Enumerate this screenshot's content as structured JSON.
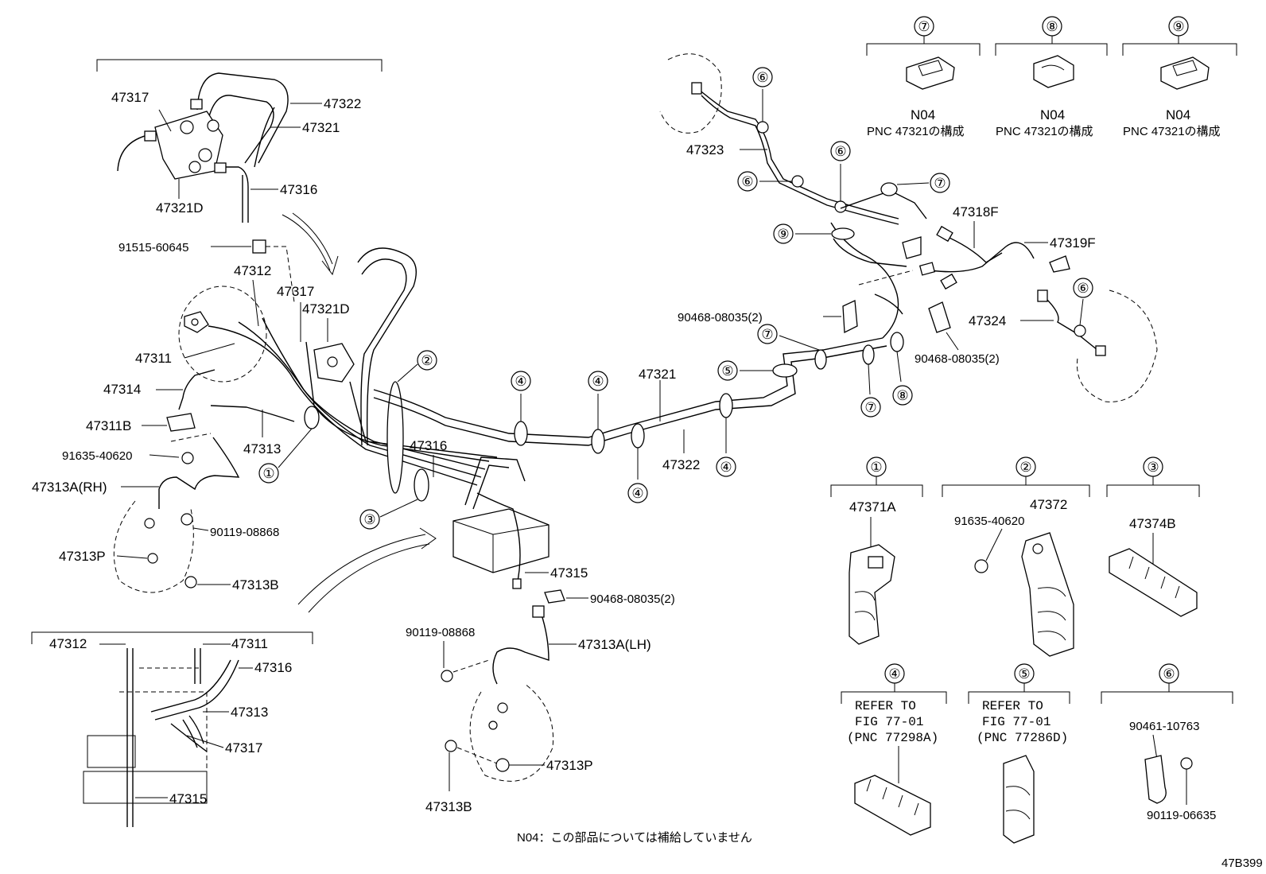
{
  "callouts": {
    "c1": "①",
    "c2": "②",
    "c3": "③",
    "c4": "④",
    "c5": "⑤",
    "c6": "⑥",
    "c7": "⑦",
    "c8": "⑧",
    "c9": "⑨"
  },
  "parts": {
    "p47317": "47317",
    "p47322": "47322",
    "p47321": "47321",
    "p47316": "47316",
    "p47321D": "47321D",
    "p91515": "91515-60645",
    "p47312": "47312",
    "p47311": "47311",
    "p47314": "47314",
    "p47311B": "47311B",
    "p91635": "91635-40620",
    "p47313": "47313",
    "p47313A_RH": "47313A(RH)",
    "p90119_08868": "90119-08868",
    "p47313P": "47313P",
    "p47313B": "47313B",
    "p47315": "47315",
    "p90468": "90468-08035(2)",
    "p47313A_LH": "47313A(LH)",
    "p47323": "47323",
    "p47318F": "47318F",
    "p47319F": "47319F",
    "p47324": "47324",
    "p47371A": "47371A",
    "p47372": "47372",
    "p47374B": "47374B",
    "p90461": "90461-10763",
    "p90119_06635": "90119-06635"
  },
  "top_legend": {
    "n04": "N04",
    "pnc_note": "PNC 47321の構成"
  },
  "refer": {
    "refer_to": "REFER TO",
    "fig": "FIG 77-01",
    "pnc4": "(PNC 77298A)",
    "pnc5": "(PNC 77286D)"
  },
  "footnote": "N04：この部品については補給していません",
  "figure_code": "47B399"
}
